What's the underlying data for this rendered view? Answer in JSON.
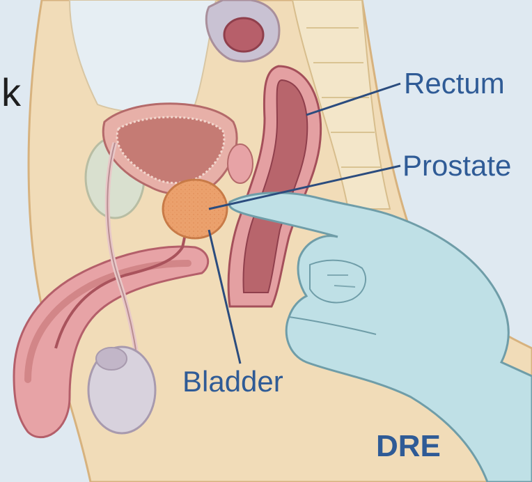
{
  "labels": {
    "partial_letter": "k",
    "rectum": "Rectum",
    "prostate": "Prostate",
    "bladder": "Bladder",
    "method": "DRE"
  },
  "colors": {
    "background": "#dfe9f1",
    "label_text": "#2f5b96",
    "leader_line": "#2b4c7e",
    "skin": "#f1dcb8",
    "tissue_pink": "#e7a3a6",
    "rectum": "#b8656c",
    "bladder": "#b06a6a",
    "prostate": "#eba16d",
    "glove": "#bfe0e6"
  },
  "icons": [
    "gloved-hand-icon"
  ]
}
